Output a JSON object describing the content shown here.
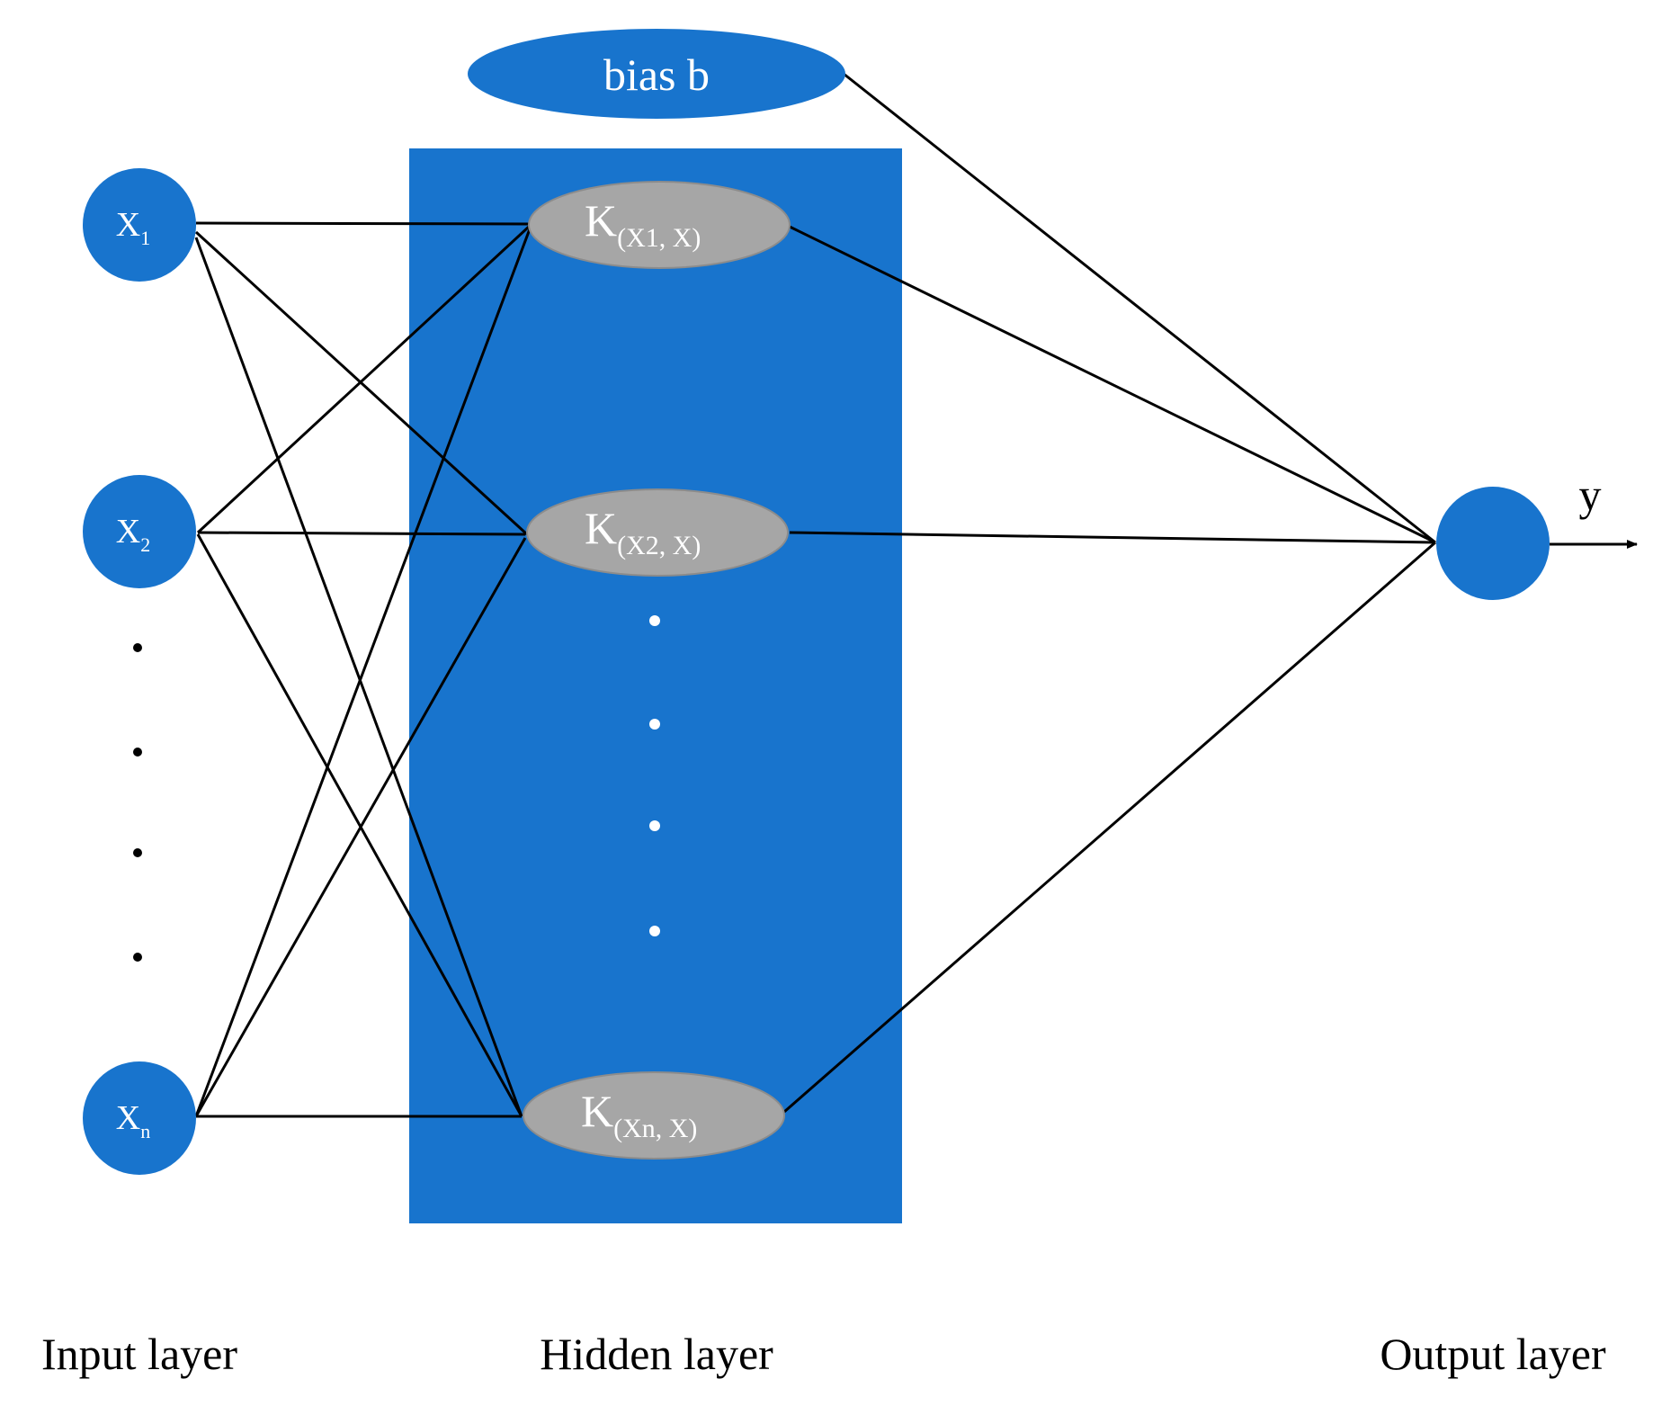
{
  "colors": {
    "node_fill": "#1874CD",
    "hidden_box": "#1874CD",
    "kernel_fill": "#A6A6A6",
    "kernel_stroke": "#8C8C8C",
    "edge": "#000000",
    "node_text": "#ffffff"
  },
  "bias": {
    "label": "bias b"
  },
  "input_nodes": [
    {
      "id": "x1",
      "base": "X",
      "sub": "1"
    },
    {
      "id": "x2",
      "base": "X",
      "sub": "2"
    },
    {
      "id": "xn",
      "base": "X",
      "sub": "n"
    }
  ],
  "hidden_nodes": [
    {
      "id": "k1",
      "base": "K",
      "sub": "(X1, X)"
    },
    {
      "id": "k2",
      "base": "K",
      "sub": "(X2, X)"
    },
    {
      "id": "kn",
      "base": "K",
      "sub": "(Xn, X)"
    }
  ],
  "output": {
    "label": "y"
  },
  "captions": {
    "input": "Input layer",
    "hidden": "Hidden layer",
    "output": "Output layer"
  }
}
